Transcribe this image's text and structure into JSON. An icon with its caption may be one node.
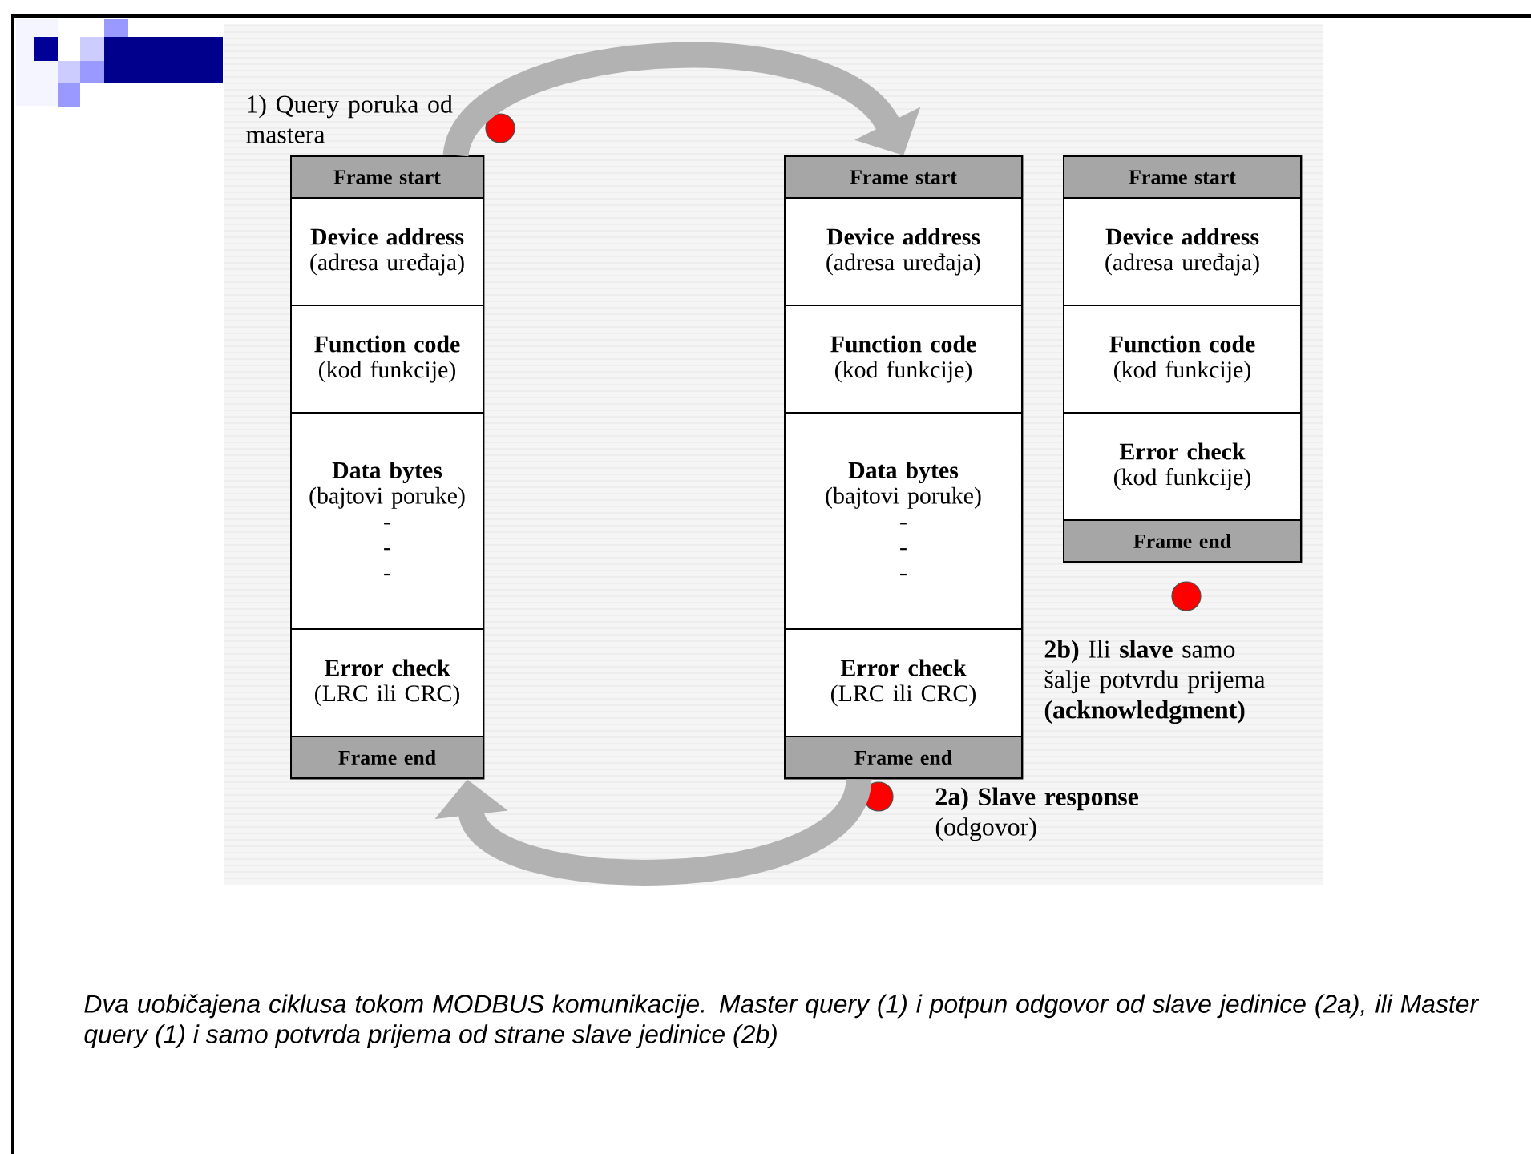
{
  "diagram": {
    "caption": "Dva uobičajena ciklusa tokom MODBUS komunikacije. Master query (1) i potpun odgovor od slave jedinice (2a), ili Master query (1) i samo potvrda prijema od strane slave jedinice (2b)",
    "nodes": [
      {
        "text": [],
        "shape": "box"
      },
      {
        "text": [
          "Frame start"
        ],
        "in": 0
      },
      {
        "text": [
          "Device address",
          "(adresa uređaja)"
        ],
        "in": 0
      },
      {
        "text": [
          "Function code",
          "(kod funkcije)"
        ],
        "in": 0
      },
      {
        "text": [
          "Data bytes",
          "(bajtovi poruke)",
          "-",
          "-",
          "-"
        ],
        "in": 0
      },
      {
        "text": [
          "Error check",
          "(LRC ili CRC)"
        ],
        "in": 0
      },
      {
        "text": [
          "Frame end"
        ],
        "in": 0
      },
      {
        "text": [],
        "shape": "box"
      },
      {
        "text": [
          "Frame start"
        ],
        "in": 7
      },
      {
        "text": [
          "Device address",
          "(adresa uređaja)"
        ],
        "in": 7
      },
      {
        "text": [
          "Function code",
          "(kod funkcije)"
        ],
        "in": 7
      },
      {
        "text": [
          "Data bytes",
          "(bajtovi poruke)",
          "-",
          "-",
          "-"
        ],
        "in": 7
      },
      {
        "text": [
          "Error check",
          "(LRC ili CRC)"
        ],
        "in": 7
      },
      {
        "text": [
          "Frame end"
        ],
        "in": 7
      },
      {
        "text": [],
        "shape": "box"
      },
      {
        "text": [
          "Frame start"
        ],
        "in": 14
      },
      {
        "text": [
          "Device address",
          "(adresa uređaja)"
        ],
        "in": 14
      },
      {
        "text": [
          "Function code",
          "(kod funkcije)"
        ],
        "in": 14
      },
      {
        "text": [
          "Error check",
          "(kod funkcije)"
        ],
        "in": 14
      },
      {
        "text": [
          "Frame end"
        ],
        "in": 14
      }
    ],
    "edges": [
      {
        "from": 0,
        "to": 7,
        "arrow": "to",
        "label": "1) Query poruka od mastera"
      },
      {
        "from": 7,
        "to": 0,
        "arrow": "to",
        "label": "**2a) Slave response** (odgovor)"
      }
    ],
    "labels": [
      "**2b)** Ili **slave** samo šalje potvrdu prijema **(acknowledgment)**"
    ]
  }
}
